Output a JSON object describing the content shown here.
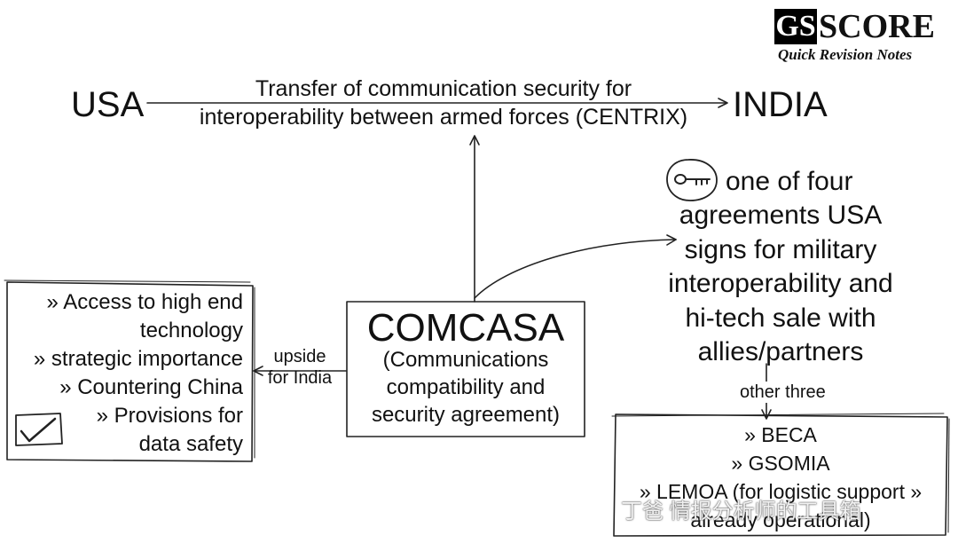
{
  "logo": {
    "mark": "GS",
    "name": "SCORE",
    "tagline": "Quick Revision Notes"
  },
  "nodes": {
    "usa": "USA",
    "india": "INDIA",
    "transfer_lines": [
      "Transfer of communication security for",
      "interoperability between armed forces (CENTRIX)"
    ],
    "comcasa_title": "COMCASA",
    "comcasa_sub": [
      "(Communications",
      "compatibility and",
      "security agreement)"
    ],
    "upside_label": [
      "upside",
      "for India"
    ],
    "benefits": [
      "» Access to high end",
      "technology",
      "» strategic importance",
      "» Countering China",
      "» Provisions for",
      "data safety"
    ],
    "key_text": [
      "one of four",
      "agreements USA",
      "signs for military",
      "interoperability and",
      "hi-tech sale with",
      "allies/partners"
    ],
    "other_label": "other three",
    "others": [
      "» BECA",
      "» GSOMIA",
      "» LEMOA (for logistic support »",
      "already operational)"
    ]
  },
  "icons": {
    "key": "key-icon",
    "checkbox": "checkbox-tick-icon"
  },
  "watermark": "丁爸 情报分析师的工具箱"
}
